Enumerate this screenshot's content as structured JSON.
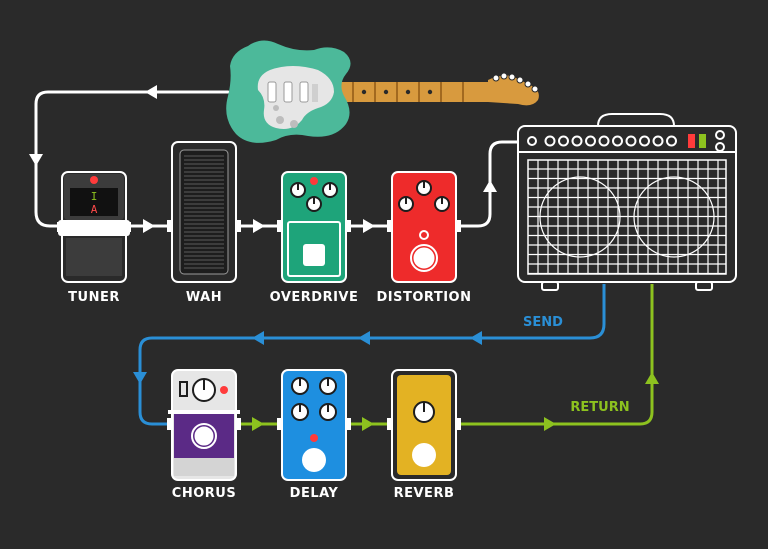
{
  "labels": {
    "tuner": "TUNER",
    "wah": "WAH",
    "overdrive": "OVERDRIVE",
    "distortion": "DISTORTION",
    "chorus": "CHORUS",
    "delay": "DELAY",
    "reverb": "REVERB",
    "send": "SEND",
    "return": "RETURN"
  },
  "tuner_display": {
    "needle": "I",
    "note": "A"
  },
  "colors": {
    "background": "#2a2a2a",
    "signal": "#ffffff",
    "send": "#2a8fd6",
    "return": "#8dc21f",
    "guitar_body": "#4cb99a",
    "overdrive": "#1ea47a",
    "distortion": "#ee2b2b",
    "chorus": "#5b2a86",
    "delay": "#1e8fe0",
    "reverb": "#e3b223"
  },
  "icons": [
    "guitar-icon",
    "amplifier-icon",
    "arrow-icon"
  ]
}
